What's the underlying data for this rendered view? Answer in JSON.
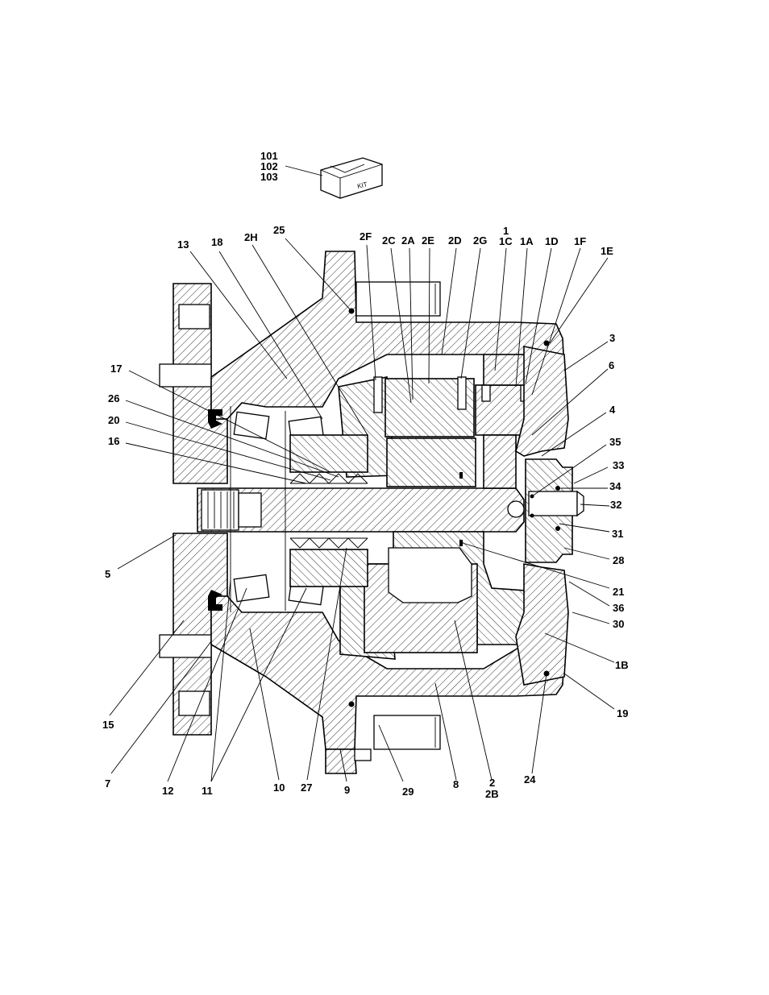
{
  "kit": {
    "labels": [
      "101",
      "102",
      "103"
    ],
    "box_text": "KIT"
  },
  "callouts": {
    "top": [
      "13",
      "18",
      "2H",
      "25",
      "2F",
      "2C",
      "2A",
      "2E",
      "2D",
      "2G",
      "1",
      "1C",
      "1A",
      "1D",
      "1F",
      "1E"
    ],
    "left": [
      "17",
      "26",
      "20",
      "16",
      "5"
    ],
    "right": [
      "3",
      "6",
      "4",
      "35",
      "33",
      "34",
      "32",
      "31",
      "28",
      "21",
      "36",
      "30",
      "1B",
      "19"
    ],
    "bottom": [
      "15",
      "7",
      "12",
      "11",
      "10",
      "27",
      "9",
      "29",
      "8",
      "2",
      "2B",
      "24"
    ]
  }
}
